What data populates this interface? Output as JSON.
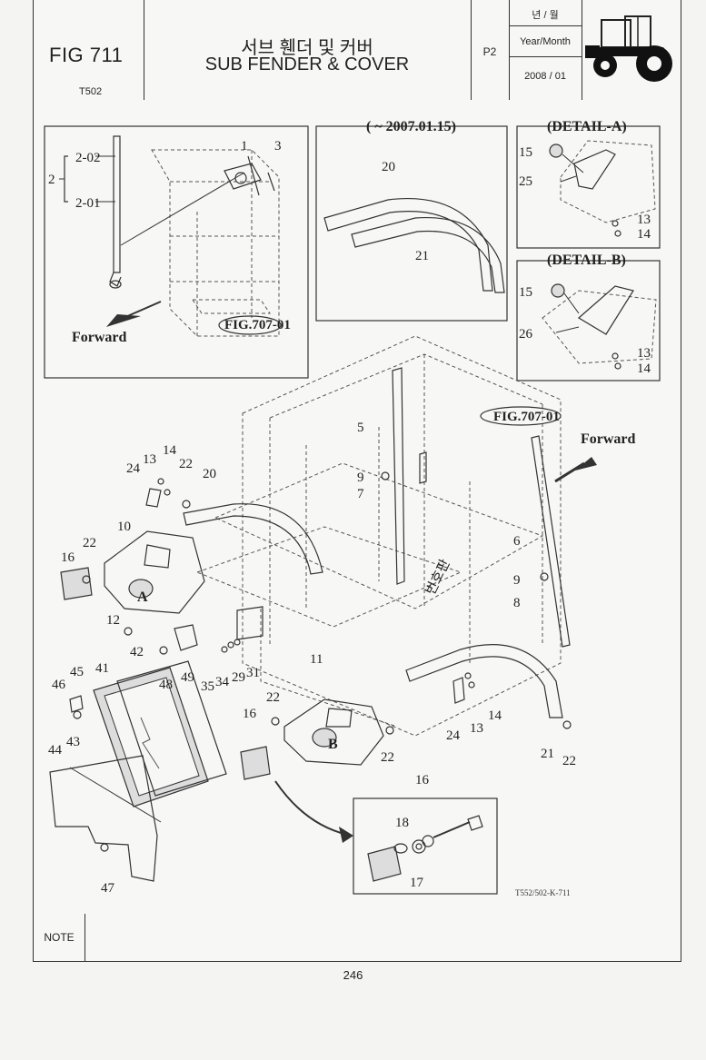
{
  "header": {
    "fig_label": "FIG 711",
    "model": "T502",
    "title_korean": "서브 휀더 및 커버",
    "title_english": "SUB FENDER & COVER",
    "page_code": "P2",
    "year_month_korean": "년 / 월",
    "year_month_english": "Year/Month",
    "date": "2008 / 01",
    "tractor_icon": "tractor-icon"
  },
  "diagram": {
    "inset_top_left": {
      "labels": [
        "1",
        "3",
        "2",
        "2-02",
        "2-01"
      ],
      "forward": "Forward",
      "fig_ref": "FIG.707-01"
    },
    "inset_top_mid": {
      "title": "( ~ 2007.01.15)",
      "labels": [
        "20",
        "21"
      ]
    },
    "detail_a": {
      "title": "(DETAIL-A)",
      "labels": [
        "15",
        "25",
        "13",
        "14"
      ]
    },
    "detail_b": {
      "title": "(DETAIL-B)",
      "labels": [
        "15",
        "26",
        "13",
        "14"
      ]
    },
    "main": {
      "fig_ref": "FIG.707-01",
      "forward": "Forward",
      "marker_a": "A",
      "marker_b": "B"
    },
    "inset_bottom": {
      "label_top": "16",
      "labels": [
        "18",
        "17"
      ]
    },
    "drawing_code": "T552/502-K-711"
  },
  "note": {
    "label": "NOTE"
  },
  "footer": {
    "page_number": "246"
  }
}
